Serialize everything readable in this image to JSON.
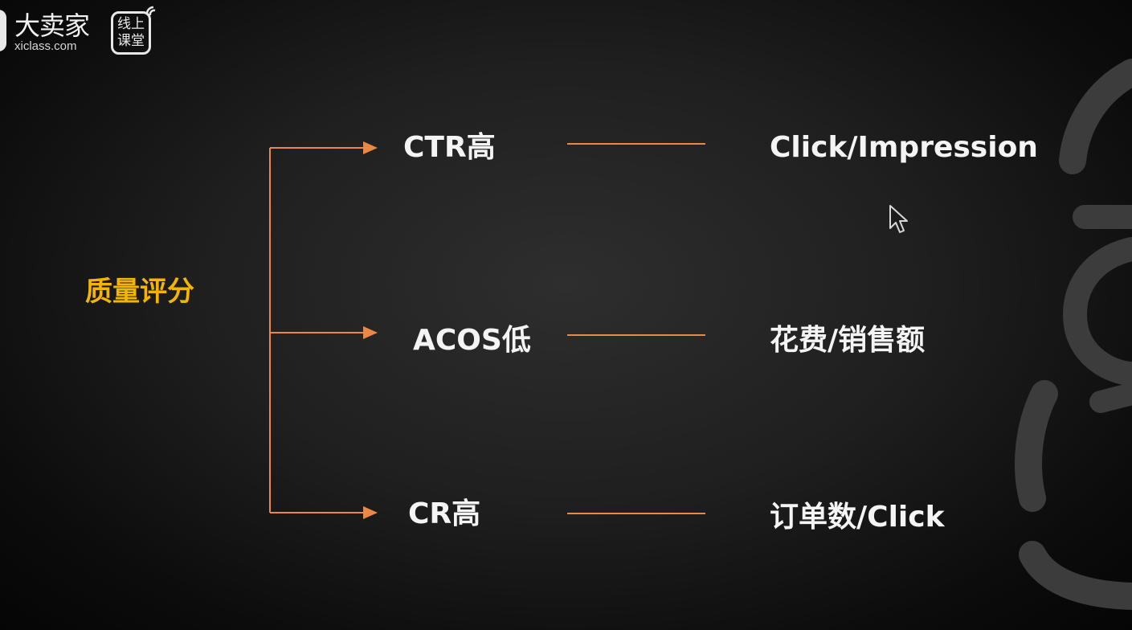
{
  "logo": {
    "brand_cn": "大卖家",
    "domain": "xiclass.com",
    "badge_line1": "线上",
    "badge_line2": "课堂"
  },
  "diagram": {
    "root": "质量评分",
    "branches": [
      {
        "metric": "CTR高",
        "formula": "Click/Impression"
      },
      {
        "metric": "ACOS低",
        "formula": "花费/销售额"
      },
      {
        "metric": "CR高",
        "formula": "订单数/Click"
      }
    ]
  },
  "colors": {
    "accent": "#f5b400",
    "connector": "#e8894a",
    "text": "#f4f4f4",
    "background": "#1a1a1a"
  }
}
